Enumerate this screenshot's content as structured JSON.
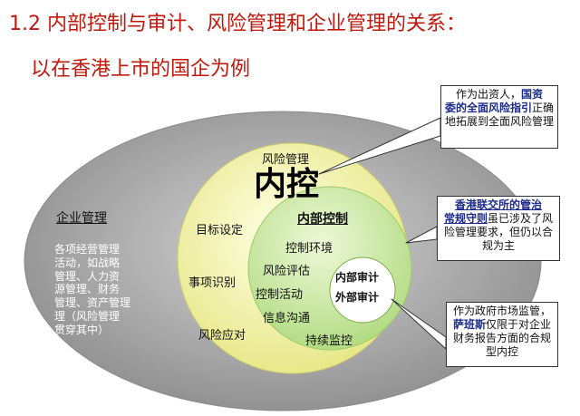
{
  "title": {
    "line1": "1.2 内部控制与审计、风险管理和企业管理的关系：",
    "line2": "以在香港上市的国企为例"
  },
  "colors": {
    "title": "#c0180c",
    "outer_ellipse": "#939393",
    "middle_circle": "#f2f2a8",
    "inner_circle": "#c9e89c",
    "core_circle": "#ffffff",
    "callout_emphasis": "#1c2a8c"
  },
  "enterprise": {
    "heading": "企业管理",
    "description": [
      "各项经营管理",
      "活动，如战略",
      "管理、人力资",
      "源管理、财务",
      "管理、资产管理",
      "理（风险管理",
      "贯穿其中）"
    ]
  },
  "risk": {
    "heading": "风险管理",
    "overlay": "内控",
    "items": [
      "目标设定",
      "事项识别",
      "风险应对"
    ]
  },
  "internal_control": {
    "heading": "内部控制",
    "items": [
      "控制环境",
      "风险评估",
      "控制活动",
      "信息沟通",
      "持续监控"
    ]
  },
  "audit": {
    "internal": "内部审计",
    "external": "外部审计"
  },
  "callouts": {
    "top": {
      "before": "作为出资人，",
      "emphasis1": "国资",
      "emphasis2": "委的全面风险指引",
      "after": "正确地拓展到全面风险管理"
    },
    "middle": {
      "emphasis1": "香港联交所的管治",
      "emphasis2": "常规守则",
      "after1": "虽已涉及",
      "after2": "了风险管理要求，但仍以合规为主"
    },
    "bottom": {
      "before": "作为政府市场监管，",
      "emphasis": "萨班斯",
      "after1": "仅限于对企",
      "after2": "业财务报告方面的合规型内控"
    }
  }
}
